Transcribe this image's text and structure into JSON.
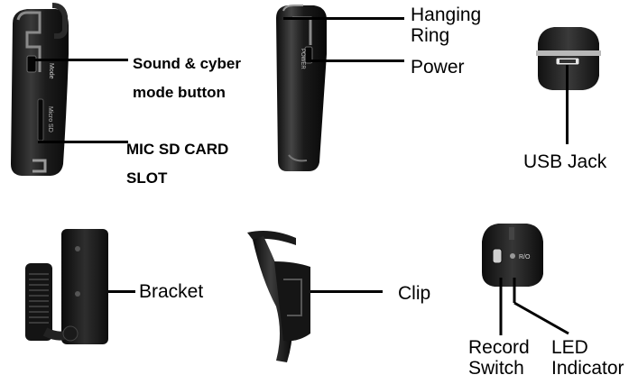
{
  "labels": {
    "mode_button": "Sound & cyber mode button",
    "sd_slot": "MIC SD CARD SLOT",
    "hanging_ring": "Hanging Ring",
    "power": "Power",
    "usb_jack": "USB Jack",
    "bracket": "Bracket",
    "clip": "Clip",
    "record_switch": "Record Switch",
    "led_indicator": "LED Indicator"
  },
  "device_text": {
    "mode": "Mode",
    "micro_sd": "Micro SD",
    "power": "POWER",
    "record_mark": "R/O"
  },
  "colors": {
    "body": "#1c1c1c",
    "highlight": "#7a7a7a",
    "trim": "#b8b8b8"
  }
}
